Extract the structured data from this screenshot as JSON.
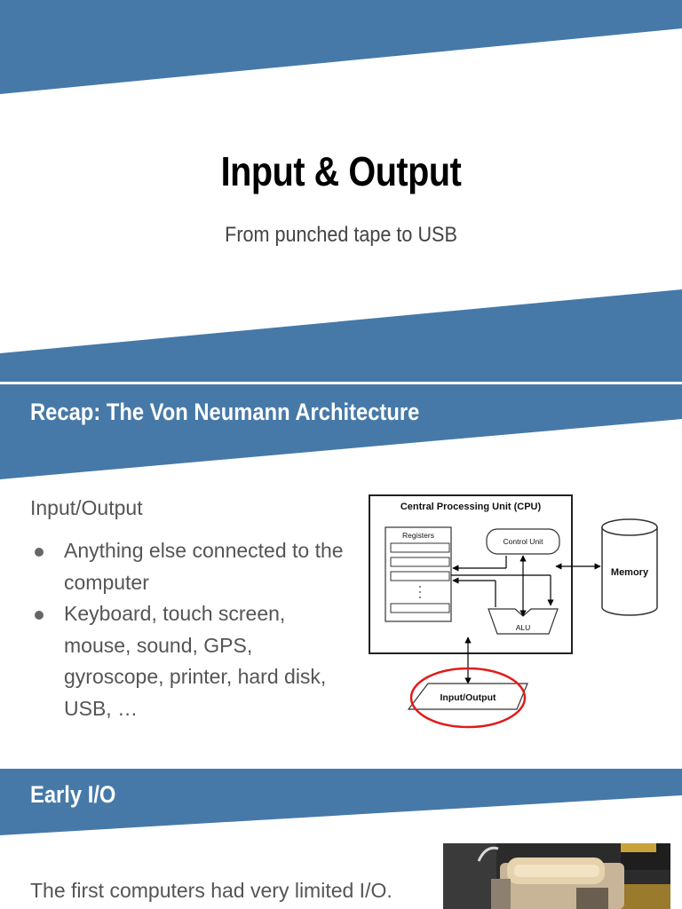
{
  "slides": [
    {
      "title": "Input & Output",
      "subtitle": "From punched tape to USB"
    },
    {
      "heading": "Recap: The Von Neumann Architecture",
      "section_label": "Input/Output",
      "bullets": [
        "Anything else connected to the computer",
        "Keyboard, touch screen, mouse, sound, GPS, gyroscope, printer, hard disk, USB, …"
      ],
      "diagram": {
        "cpu_label": "Central Processing Unit (CPU)",
        "registers_label": "Registers",
        "control_unit_label": "Control Unit",
        "alu_label": "ALU",
        "memory_label": "Memory",
        "io_label": "Input/Output"
      }
    },
    {
      "heading": "Early I/O",
      "body_text": "The first computers had very limited I/O."
    }
  ],
  "colors": {
    "band_blue": "#4679a8",
    "highlight_red": "#e01b1b",
    "text_gray": "#555555"
  }
}
